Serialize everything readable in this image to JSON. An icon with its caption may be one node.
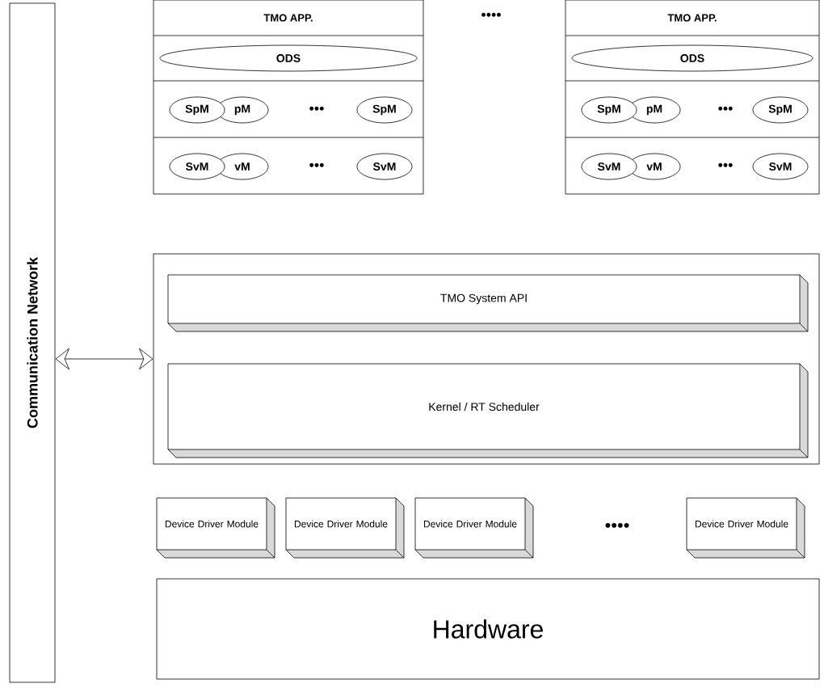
{
  "diagram": {
    "nodes": [
      {
        "text": [
          "Communication Network"
        ]
      },
      {
        "text": [
          "TMO APP."
        ]
      },
      {
        "text": [
          "ODS"
        ],
        "in": 1
      },
      {
        "text": [
          "SpM"
        ],
        "in": 1
      },
      {
        "text": [
          "pM"
        ],
        "in": 1
      },
      {
        "text": [
          "SpM"
        ],
        "in": 1
      },
      {
        "text": [
          "SvM"
        ],
        "in": 1
      },
      {
        "text": [
          "vM"
        ],
        "in": 1
      },
      {
        "text": [
          "SvM"
        ],
        "in": 1
      },
      {
        "text": [
          "TMO APP."
        ]
      },
      {
        "text": [
          "ODS"
        ],
        "in": 9
      },
      {
        "text": [
          "SpM"
        ],
        "in": 9
      },
      {
        "text": [
          "pM"
        ],
        "in": 9
      },
      {
        "text": [
          "SpM"
        ],
        "in": 9
      },
      {
        "text": [
          "SvM"
        ],
        "in": 9
      },
      {
        "text": [
          "vM"
        ],
        "in": 9
      },
      {
        "text": [
          "SvM"
        ],
        "in": 9
      },
      {
        "text": [],
        "shape": "box"
      },
      {
        "text": [
          "TMO System API"
        ],
        "in": 17
      },
      {
        "text": [
          "Kernel / RT Scheduler"
        ],
        "in": 17
      },
      {
        "text": [
          "Device Driver Module"
        ]
      },
      {
        "text": [
          "Device Driver Module"
        ]
      },
      {
        "text": [
          "Device Driver Module"
        ]
      },
      {
        "text": [
          "Device Driver Module"
        ]
      },
      {
        "text": [
          "Hardware"
        ]
      }
    ],
    "edges": [
      {
        "from": 0,
        "to": 17,
        "arrow": "both"
      }
    ],
    "labels": [
      "••••",
      "•••",
      "•••",
      "•••",
      "•••",
      "••••"
    ]
  }
}
